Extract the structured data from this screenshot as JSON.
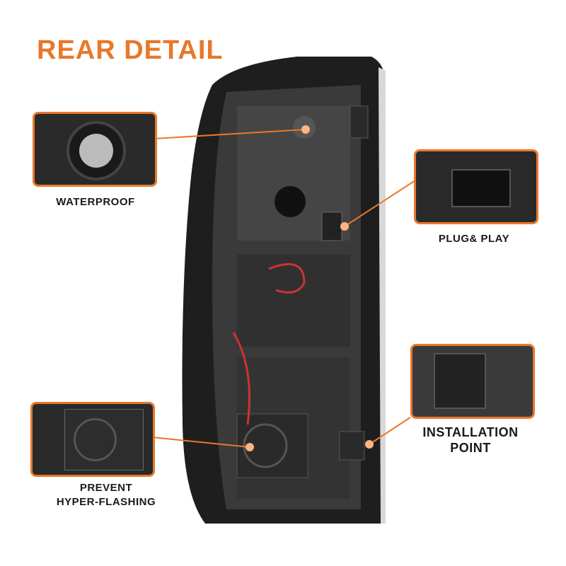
{
  "title": "REAR DETAIL",
  "callouts": {
    "waterproof": "WATERPROOF",
    "plug_play": "PLUG& PLAY",
    "installation_point_line1": "INSTALLATION",
    "installation_point_line2": "POINT",
    "prevent_line1": "PREVENT",
    "prevent_line2": "HYPER-FLASHING"
  },
  "colors": {
    "accent": "#e8782a",
    "housing": "#2b2b2b"
  }
}
